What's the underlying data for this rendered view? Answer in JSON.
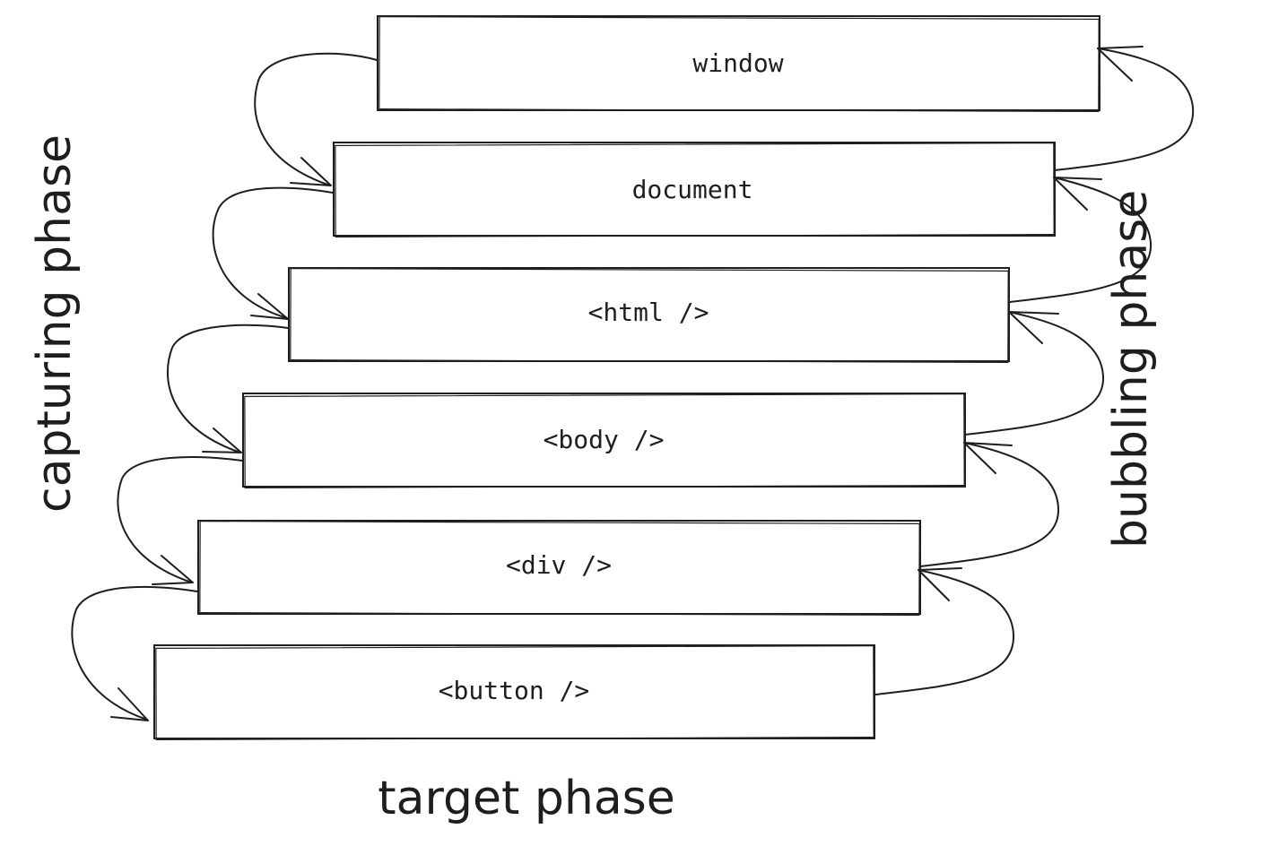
{
  "diagram": {
    "boxes": [
      {
        "id": "window",
        "label": "window"
      },
      {
        "id": "document",
        "label": "document"
      },
      {
        "id": "html",
        "label": "<html />"
      },
      {
        "id": "body",
        "label": "<body />"
      },
      {
        "id": "div",
        "label": "<div />"
      },
      {
        "id": "button",
        "label": "<button />"
      }
    ],
    "labels": {
      "capturing": "capturing phase",
      "bubbling": "bubbling phase",
      "target": "target phase"
    }
  }
}
